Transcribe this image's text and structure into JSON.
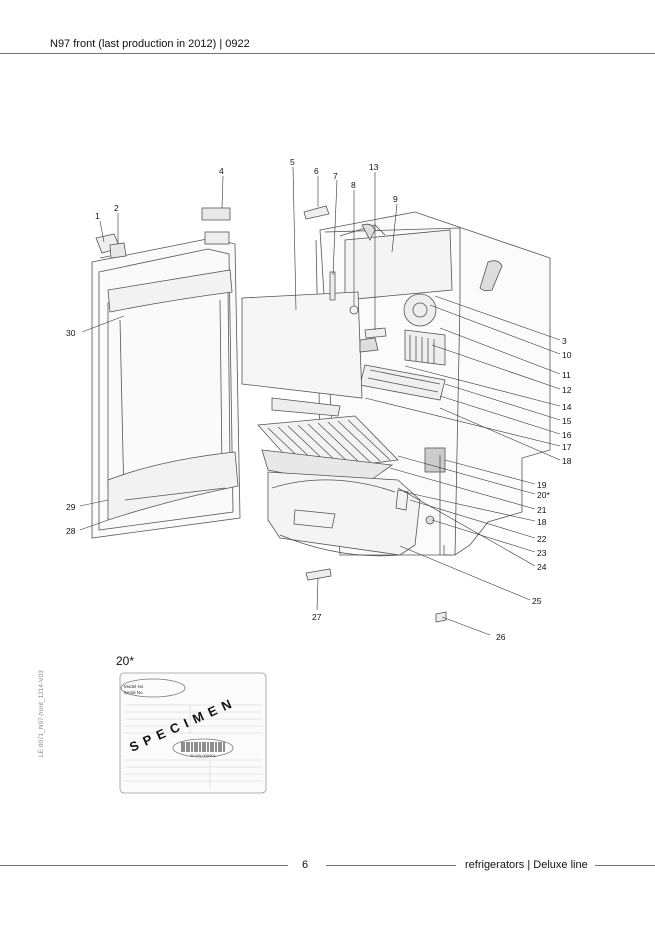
{
  "header": {
    "title": "N97 front (last production in 2012) | 0922"
  },
  "callouts": [
    "1",
    "2",
    "4",
    "5",
    "6",
    "7",
    "8",
    "9",
    "13",
    "3",
    "10",
    "11",
    "12",
    "14",
    "15",
    "16",
    "17",
    "18",
    "19",
    "20*",
    "21",
    "18",
    "22",
    "23",
    "24",
    "25",
    "26",
    "27",
    "28",
    "29",
    "30"
  ],
  "specimen": {
    "ref_label": "20*",
    "field_model": "Model No",
    "field_serial": "Serial No",
    "watermark": "SPECIMEN",
    "barcode_number": "20 DN 000001"
  },
  "side_code": "LE 0071_N97-front_1214-V03",
  "footer": {
    "page_number": "6",
    "section": "refrigerators | Deluxe line"
  },
  "colors": {
    "accent": "#3a7ac6",
    "drawing": "#555555"
  }
}
